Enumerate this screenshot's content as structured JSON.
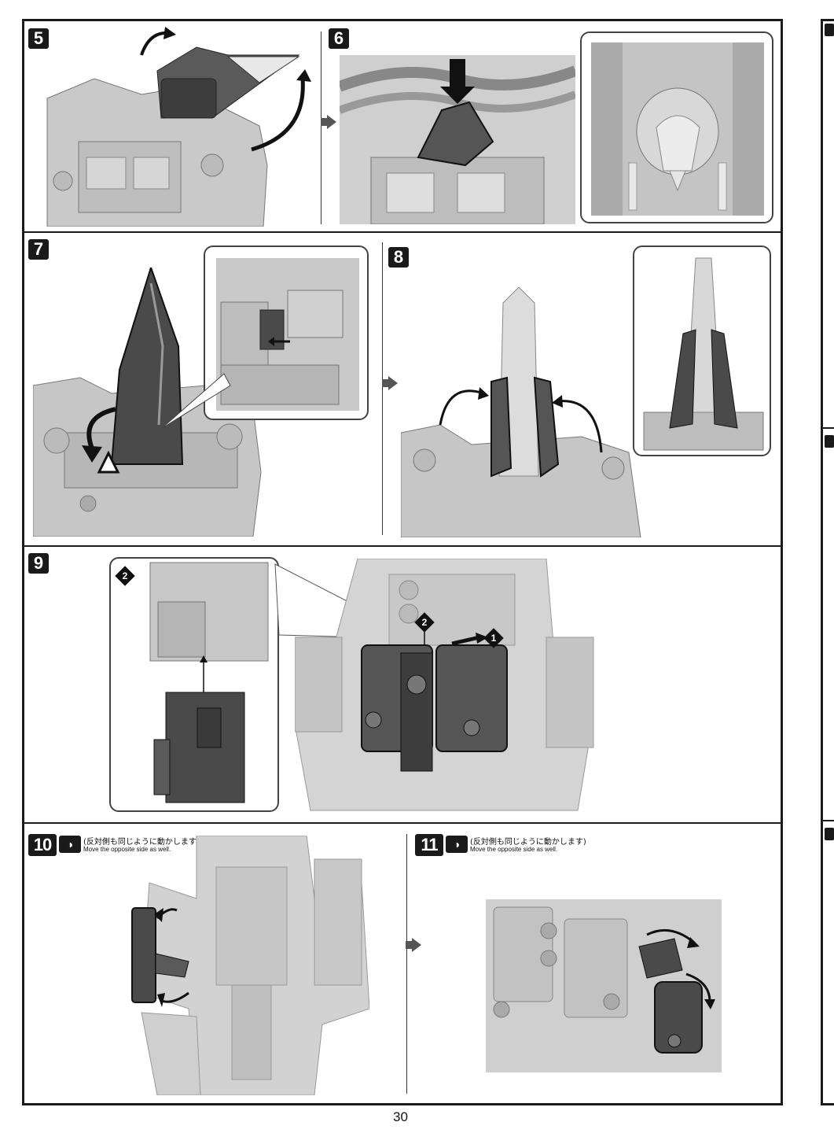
{
  "steps": {
    "s5": "5",
    "s6": "6",
    "s7": "7",
    "s8": "8",
    "s9": "9",
    "s10": "10",
    "s11": "11"
  },
  "callouts": {
    "c1": "1",
    "c2": "2",
    "c2b": "2"
  },
  "notes": {
    "step10_jp": "(反対側も同じように動かします)",
    "step10_en": "Move the opposite side as well.",
    "step11_jp": "(反対側も同じように動かします)",
    "step11_en": "Move the opposite side as well."
  },
  "page_number": "30",
  "colors": {
    "frame": "#1a1a1a",
    "light_part": "#cfcfcf",
    "mid_part": "#a9a9a9",
    "dark_part": "#4a4a4a"
  }
}
